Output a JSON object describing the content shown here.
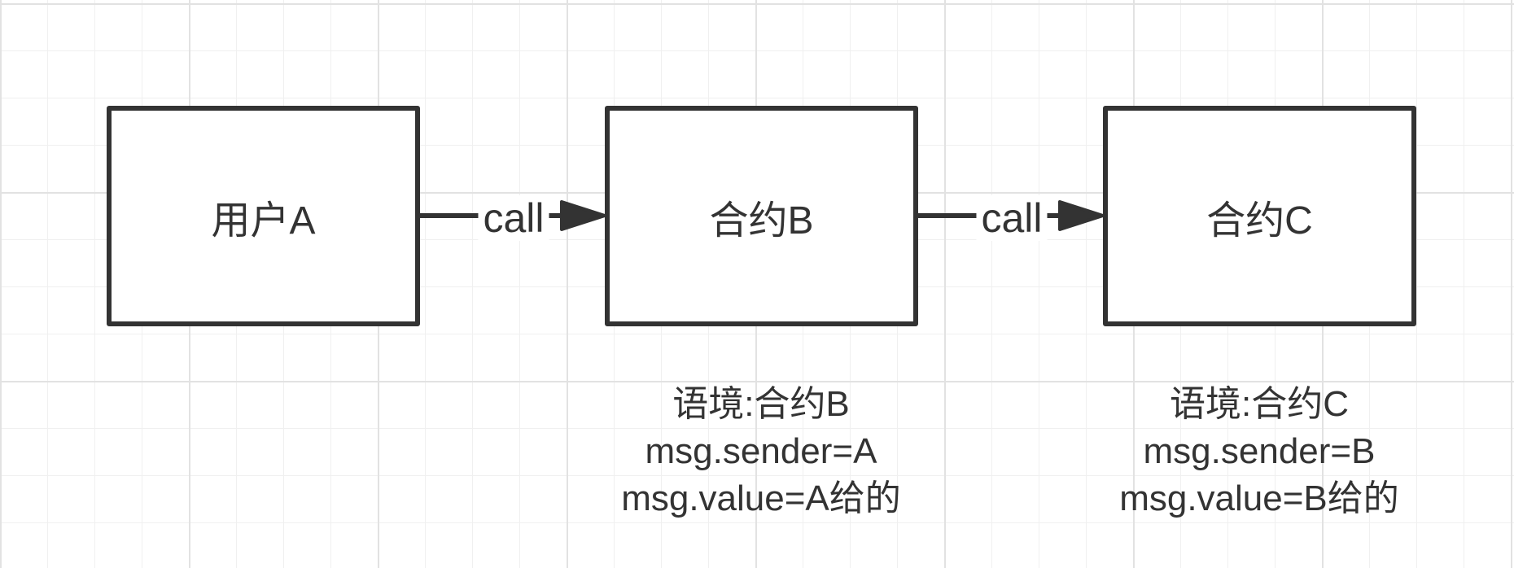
{
  "nodes": {
    "user_a": {
      "label": "用户A"
    },
    "contract_b": {
      "label": "合约B"
    },
    "contract_c": {
      "label": "合约C"
    }
  },
  "edges": {
    "a_to_b": {
      "label": "call"
    },
    "b_to_c": {
      "label": "call"
    }
  },
  "notes": {
    "contract_b": {
      "context": "语境:合约B",
      "sender": "msg.sender=A",
      "value": "msg.value=A给的"
    },
    "contract_c": {
      "context": "语境:合约C",
      "sender": "msg.sender=B",
      "value": "msg.value=B给的"
    }
  },
  "colors": {
    "stroke": "#333333",
    "text": "#333333",
    "background": "#ffffff",
    "grid": "#e2e2e2"
  }
}
